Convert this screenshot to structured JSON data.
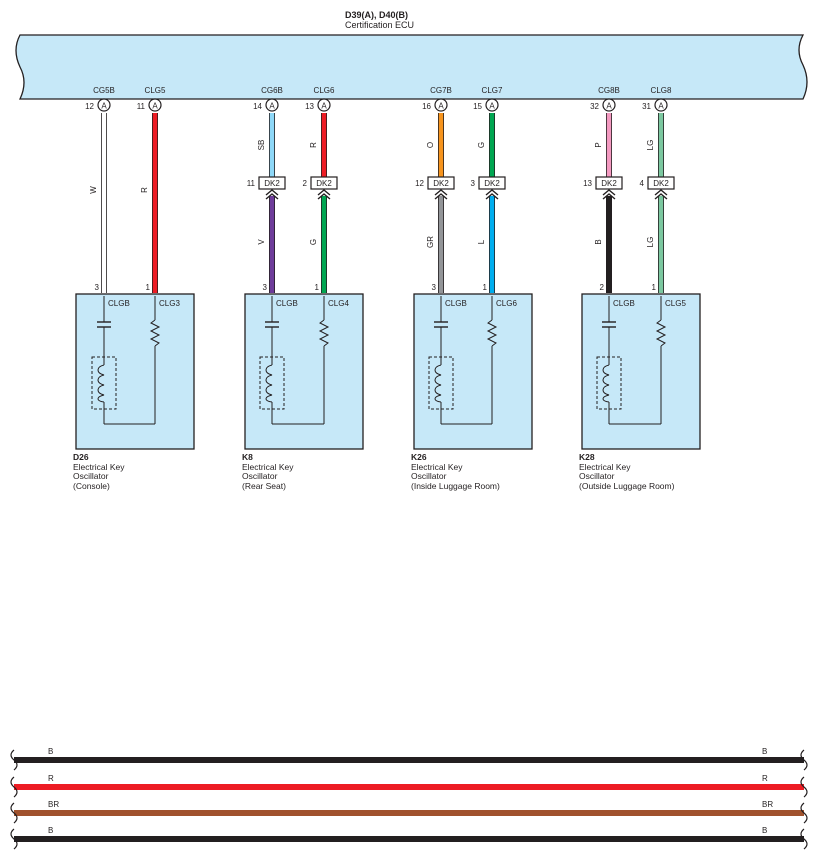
{
  "ecu": {
    "connector_codes": "D39(A), D40(B)",
    "name": "Certification ECU",
    "connector_letter": "A"
  },
  "oscillators": [
    {
      "code": "D26",
      "name_line1": "Electrical Key",
      "name_line2": "Oscillator",
      "location": "(Console)",
      "pin_left_label": "CLGB",
      "pin_right_label": "CLG3",
      "left": {
        "ecu_signal": "CG5B",
        "ecu_pin": "12",
        "upper_color_code": "W",
        "upper_color": "#ffffff",
        "has_dk2": false,
        "dk2_pin": "",
        "lower_color_code": "",
        "lower_color": "#ffffff",
        "osc_pin": "3"
      },
      "right": {
        "ecu_signal": "CLG5",
        "ecu_pin": "11",
        "upper_color_code": "R",
        "upper_color": "#ed1c24",
        "has_dk2": false,
        "dk2_pin": "",
        "lower_color_code": "",
        "lower_color": "#ed1c24",
        "osc_pin": "1"
      }
    },
    {
      "code": "K8",
      "name_line1": "Electrical Key",
      "name_line2": "Oscillator",
      "location": "(Rear Seat)",
      "pin_left_label": "CLGB",
      "pin_right_label": "CLG4",
      "left": {
        "ecu_signal": "CG6B",
        "ecu_pin": "14",
        "upper_color_code": "SB",
        "upper_color": "#8ed8f8",
        "has_dk2": true,
        "dk2_pin": "11",
        "lower_color_code": "V",
        "lower_color": "#6e3c9a",
        "osc_pin": "3"
      },
      "right": {
        "ecu_signal": "CLG6",
        "ecu_pin": "13",
        "upper_color_code": "R",
        "upper_color": "#ed1c24",
        "has_dk2": true,
        "dk2_pin": "2",
        "lower_color_code": "G",
        "lower_color": "#00a651",
        "osc_pin": "1"
      }
    },
    {
      "code": "K26",
      "name_line1": "Electrical Key",
      "name_line2": "Oscillator",
      "location": "(Inside Luggage Room)",
      "pin_left_label": "CLGB",
      "pin_right_label": "CLG6",
      "left": {
        "ecu_signal": "CG7B",
        "ecu_pin": "16",
        "upper_color_code": "O",
        "upper_color": "#f7941d",
        "has_dk2": true,
        "dk2_pin": "12",
        "lower_color_code": "GR",
        "lower_color": "#939598",
        "osc_pin": "3"
      },
      "right": {
        "ecu_signal": "CLG7",
        "ecu_pin": "15",
        "upper_color_code": "G",
        "upper_color": "#00a651",
        "has_dk2": true,
        "dk2_pin": "3",
        "lower_color_code": "L",
        "lower_color": "#00aeef",
        "osc_pin": "1"
      }
    },
    {
      "code": "K28",
      "name_line1": "Electrical Key",
      "name_line2": "Oscillator",
      "location": "(Outside Luggage Room)",
      "pin_left_label": "CLGB",
      "pin_right_label": "CLG5",
      "left": {
        "ecu_signal": "CG8B",
        "ecu_pin": "32",
        "upper_color_code": "P",
        "upper_color": "#f49ac1",
        "has_dk2": true,
        "dk2_pin": "13",
        "lower_color_code": "B",
        "lower_color": "#231f20",
        "osc_pin": "2"
      },
      "right": {
        "ecu_signal": "CLG8",
        "ecu_pin": "31",
        "upper_color_code": "LG",
        "upper_color": "#7cc8a0",
        "has_dk2": true,
        "dk2_pin": "4",
        "lower_color_code": "LG",
        "lower_color": "#7cc8a0",
        "osc_pin": "1"
      }
    }
  ],
  "junction_connector": "DK2",
  "bus_wires": [
    {
      "code": "B",
      "color": "#231f20"
    },
    {
      "code": "R",
      "color": "#ed1c24"
    },
    {
      "code": "BR",
      "color": "#a0522d"
    },
    {
      "code": "B",
      "color": "#231f20"
    }
  ],
  "colors": {
    "ecu_fill": "#c6e8f8",
    "box_fill": "#c6e8f8",
    "line": "#231f20"
  }
}
